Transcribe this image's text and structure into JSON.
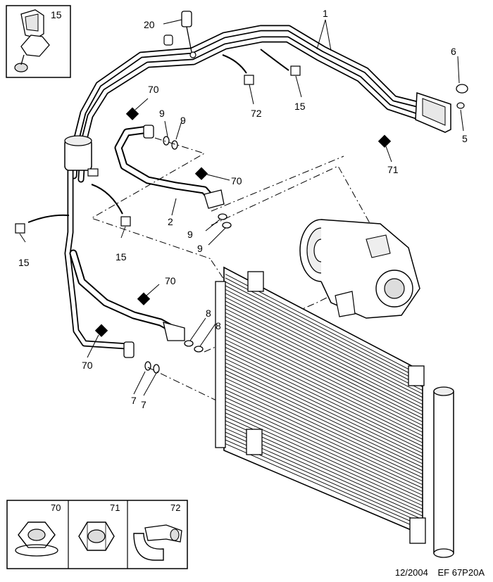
{
  "callouts": {
    "c1": "1",
    "c2": "2",
    "c5": "5",
    "c6": "6",
    "c7a": "7",
    "c7b": "7",
    "c8a": "8",
    "c8b": "8",
    "c9a": "9",
    "c9b": "9",
    "c9c": "9",
    "c9d": "9",
    "c15a": "15",
    "c15b": "15",
    "c15c": "15",
    "c15d": "15",
    "c20": "20",
    "c70a": "70",
    "c70b": "70",
    "c70c": "70",
    "c70d": "70",
    "c71": "71",
    "c72": "72"
  },
  "legend": {
    "box70": "70",
    "box71": "71",
    "box72": "72"
  },
  "footer": {
    "date": "12/2004",
    "ref": "EF 67P20A"
  }
}
